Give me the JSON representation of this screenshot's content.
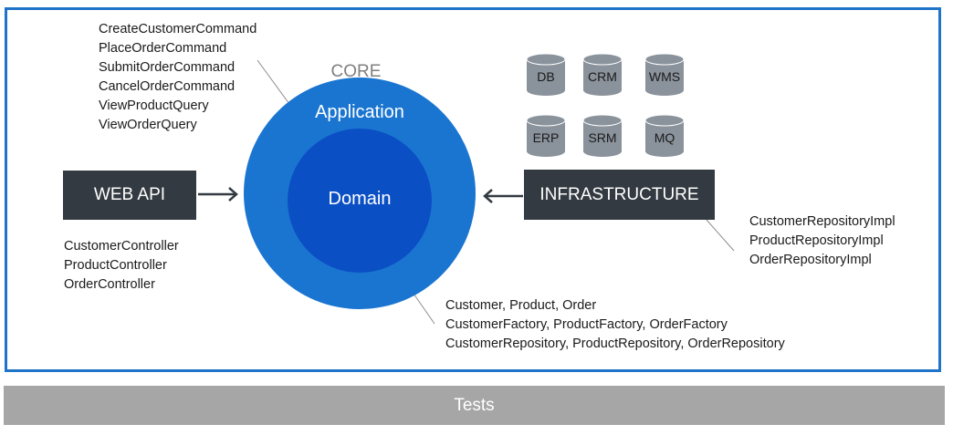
{
  "core_label": "CORE",
  "application_label": "Application",
  "domain_label": "Domain",
  "web_api": {
    "label": "WEB API",
    "items": [
      "CustomerController",
      "ProductController",
      "OrderController"
    ]
  },
  "application_items": [
    "CreateCustomerCommand",
    "PlaceOrderCommand",
    "SubmitOrderCommand",
    "CancelOrderCommand",
    "ViewProductQuery",
    "ViewOrderQuery"
  ],
  "domain_items": [
    "Customer, Product, Order",
    "CustomerFactory, ProductFactory, OrderFactory",
    "CustomerRepository, ProductRepository, OrderRepository"
  ],
  "infrastructure": {
    "label": "INFRASTRUCTURE",
    "items": [
      "CustomerRepositoryImpl",
      "ProductRepositoryImpl",
      "OrderRepositoryImpl"
    ]
  },
  "systems": [
    "DB",
    "CRM",
    "WMS",
    "ERP",
    "SRM",
    "MQ"
  ],
  "tests_label": "Tests",
  "colors": {
    "frame": "#1f73c8",
    "application": "#1a75d1",
    "domain": "#0b4fc4",
    "box": "#333a41",
    "cylinder": "#8a929b",
    "tests": "#a6a6a6"
  }
}
